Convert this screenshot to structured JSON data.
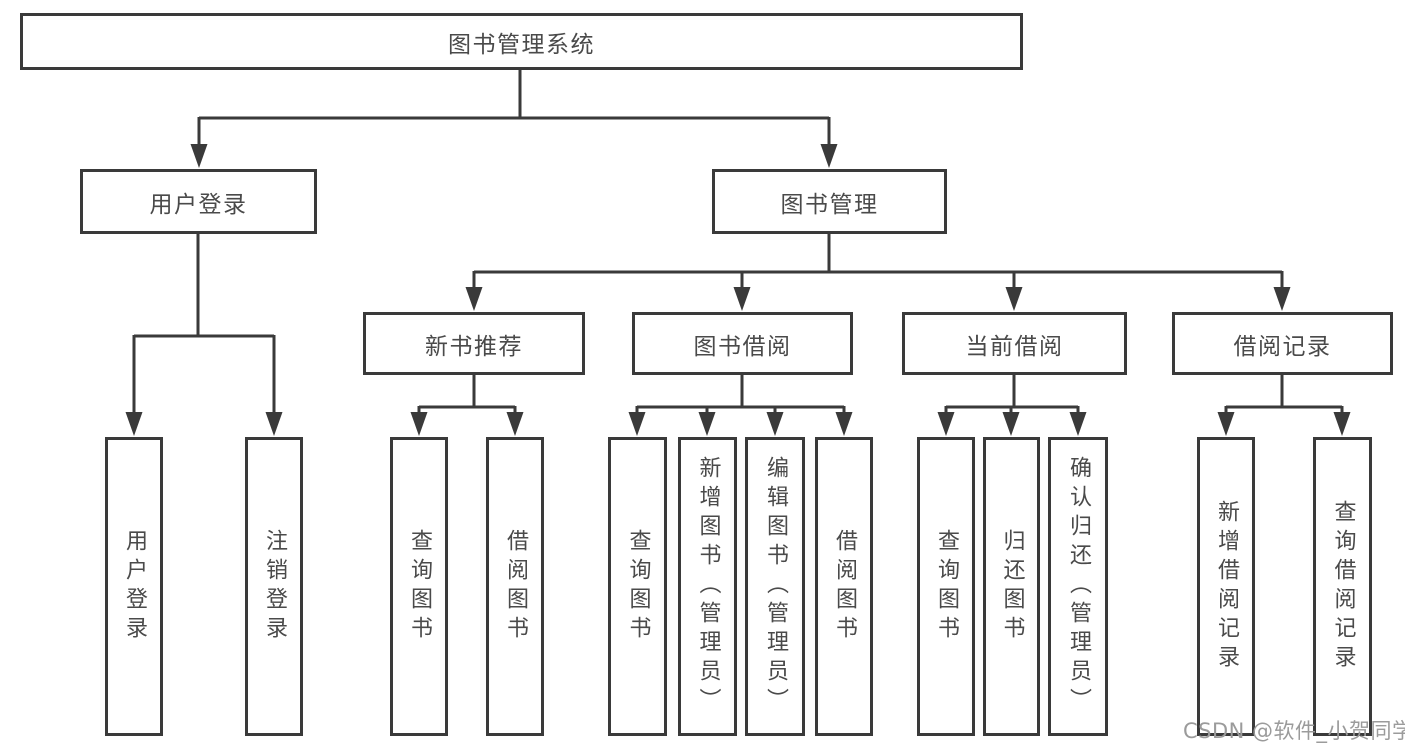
{
  "diagram_title": "图书管理系统",
  "nodes": {
    "root": "图书管理系统",
    "user_login": "用户登录",
    "book_management": "图书管理",
    "new_book_recommend": "新书推荐",
    "book_borrowing": "图书借阅",
    "current_borrowing": "当前借阅",
    "borrowing_records": "借阅记录"
  },
  "leaves": {
    "user_login": [
      "用户登录",
      "注销登录"
    ],
    "new_book_recommend": [
      "查询图书",
      "借阅图书"
    ],
    "book_borrowing": [
      "查询图书",
      "新增图书（管理员）",
      "编辑图书（管理员）",
      "借阅图书"
    ],
    "current_borrowing": [
      "查询图书",
      "归还图书",
      "确认归还（管理员）"
    ],
    "borrowing_records": [
      "新增借阅记录",
      "查询借阅记录"
    ]
  },
  "watermark": "CSDN @软件_小贺同学",
  "colors": {
    "line": "#3a3a3a",
    "box_border": "#3a3a3a",
    "box_fill": "#ffffff",
    "text": "#4a4a4a",
    "watermark": "#9b9b9b",
    "background": "#ffffff"
  }
}
